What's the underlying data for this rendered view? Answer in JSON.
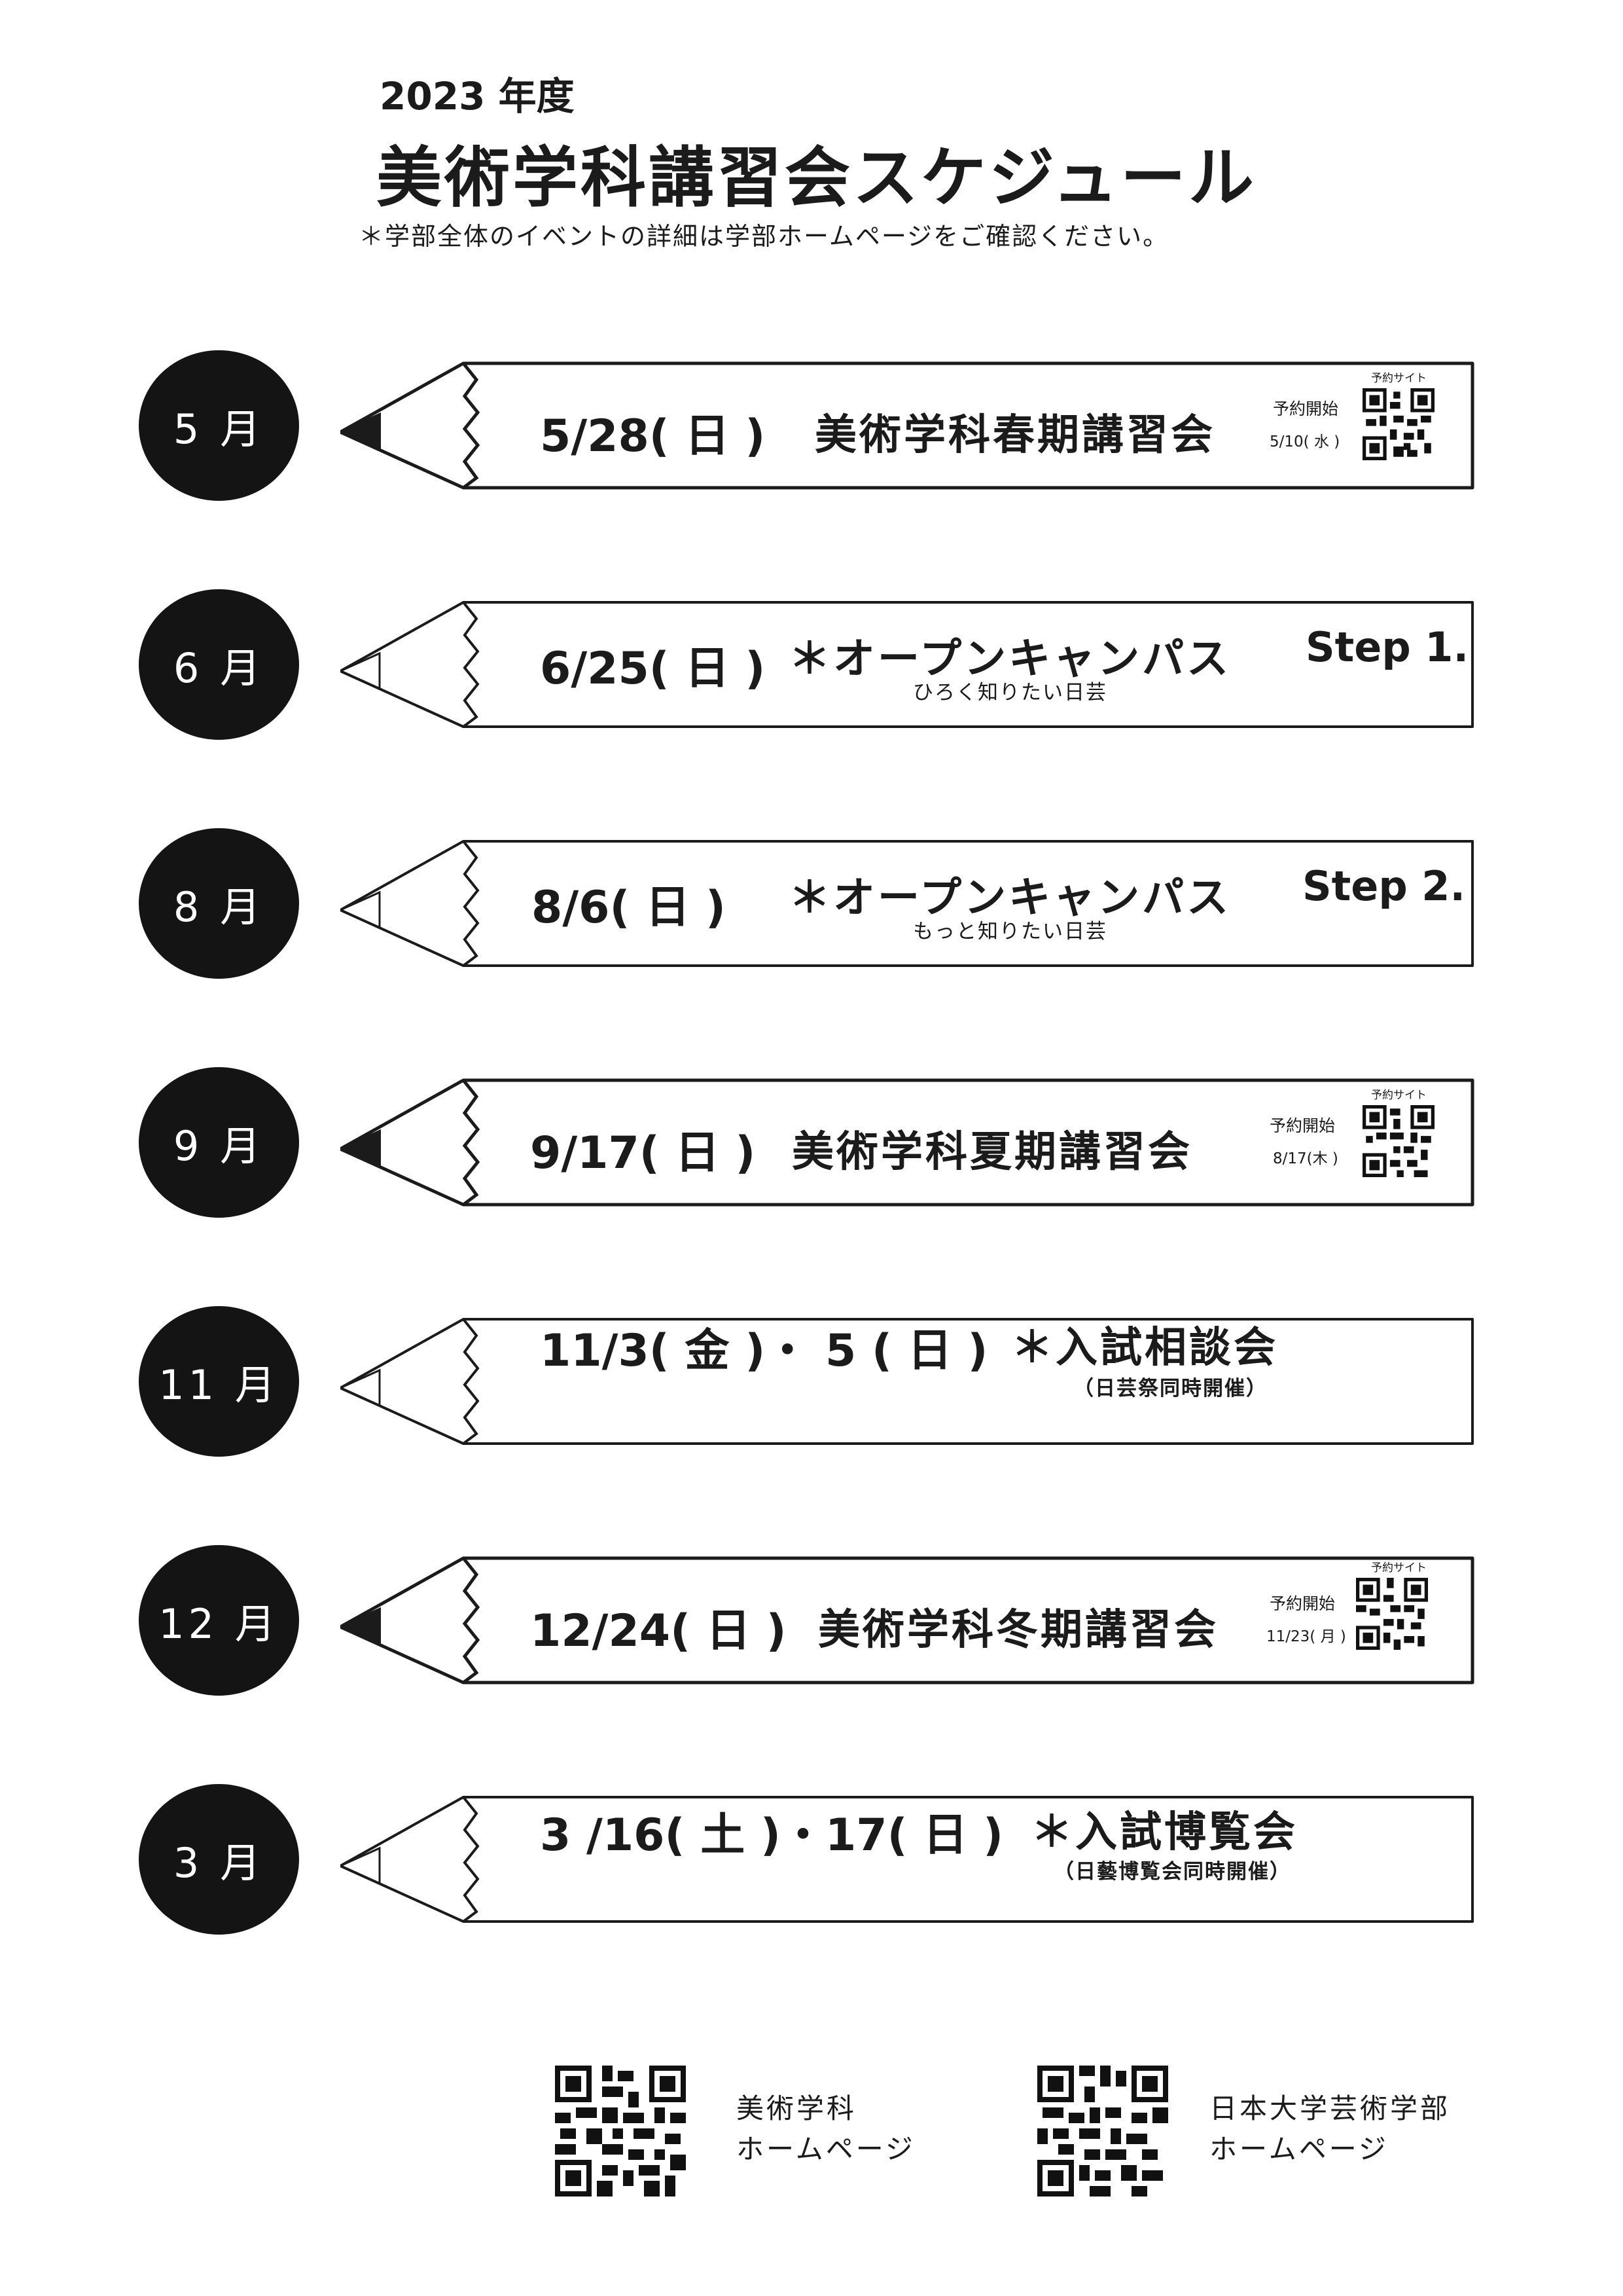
{
  "header": {
    "year": "2023 年度",
    "title": "美術学科講習会スケジュール",
    "note": "＊学部全体のイベントの詳細は学部ホームページをご確認ください。"
  },
  "rows": [
    {
      "month": "5 月",
      "filled_tip": true,
      "date": "5/28( 日 )",
      "title": "美術学科春期講習会",
      "reservation_label": "予約開始",
      "reservation_date": "5/10( 水 )",
      "qr_caption": "予約サイト"
    },
    {
      "month": "6 月",
      "filled_tip": false,
      "date": "6/25( 日 )",
      "title": "＊オープンキャンパス",
      "step": "Step 1.",
      "subtitle": "ひろく知りたい日芸"
    },
    {
      "month": "8 月",
      "filled_tip": false,
      "date": "8/6( 日 )",
      "title": "＊オープンキャンパス",
      "step": "Step 2.",
      "subtitle": "もっと知りたい日芸"
    },
    {
      "month": "9 月",
      "filled_tip": true,
      "date": "9/17( 日 )",
      "title": "美術学科夏期講習会",
      "reservation_label": "予約開始",
      "reservation_date": "8/17(木 )",
      "qr_caption": "予約サイト"
    },
    {
      "month": "11 月",
      "filled_tip": false,
      "date": "11/3( 金 )・ 5 ( 日 )",
      "title": "＊入試相談会",
      "subtitle": "（日芸祭同時開催）"
    },
    {
      "month": "12 月",
      "filled_tip": true,
      "date": "12/24( 日 )",
      "title": "美術学科冬期講習会",
      "reservation_label": "予約開始",
      "reservation_date": "11/23( 月 )",
      "qr_caption": "予約サイト"
    },
    {
      "month": "3 月",
      "filled_tip": false,
      "date": "3 /16( 土 )・17( 日 )",
      "title": "＊入試博覧会",
      "subtitle": "（日藝博覧会同時開催）"
    }
  ],
  "footer": {
    "links": [
      {
        "line1": "美術学科",
        "line2": "ホームページ"
      },
      {
        "line1": "日本大学芸術学部",
        "line2": "ホームページ"
      }
    ]
  },
  "colors": {
    "ink": "#1b1b1b",
    "circle": "#141414",
    "paper": "#ffffff"
  }
}
